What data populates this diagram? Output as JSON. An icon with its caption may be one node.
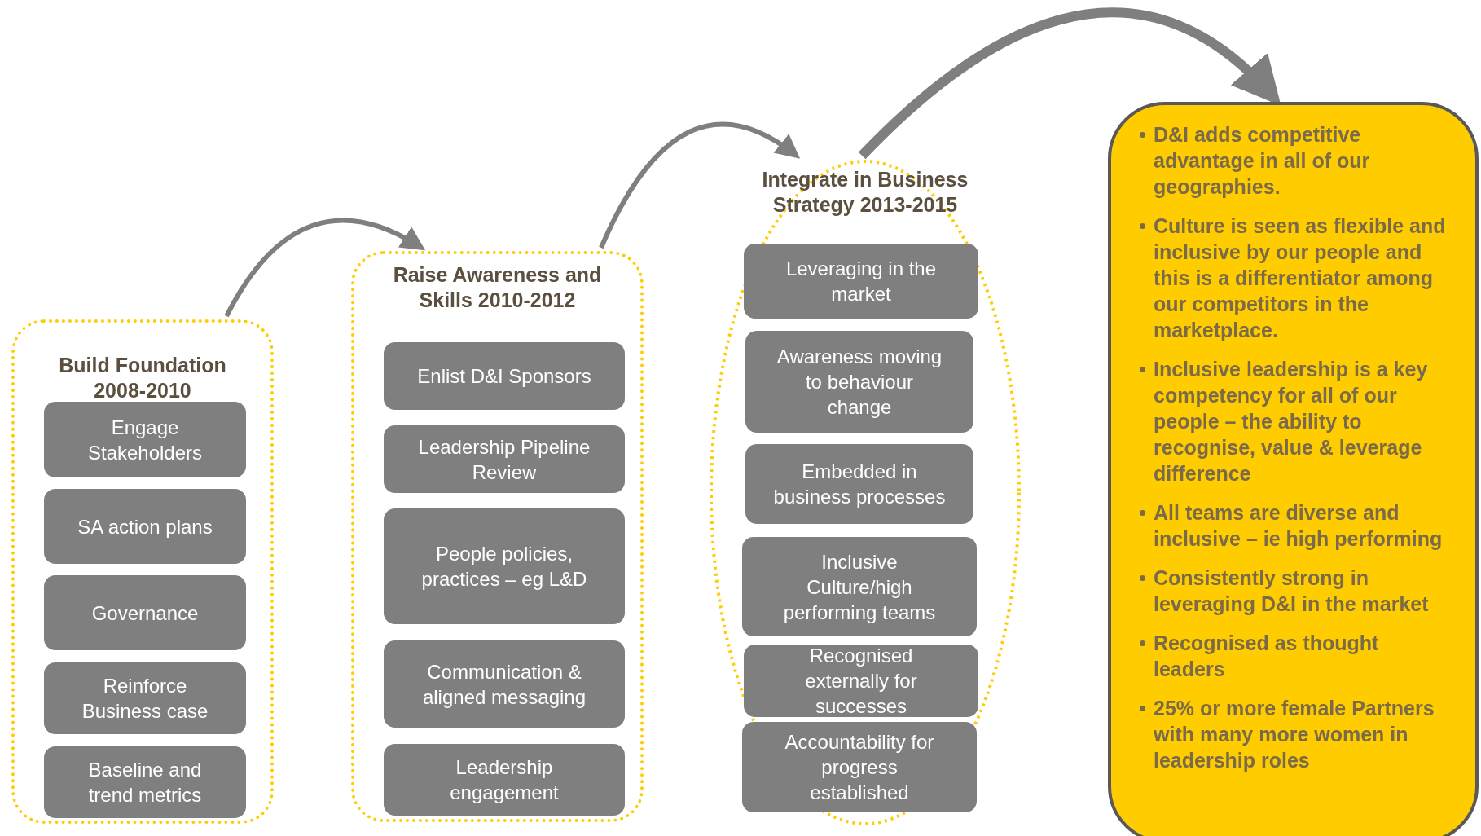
{
  "diagram": {
    "nodes": [
      {
        "text": [
          "Build Foundation 2008-2010"
        ]
      },
      {
        "text": [
          "Engage Stakeholders"
        ],
        "in": 0
      },
      {
        "text": [
          "SA action plans"
        ],
        "in": 0
      },
      {
        "text": [
          "Governance"
        ],
        "in": 0
      },
      {
        "text": [
          "Reinforce Business case"
        ],
        "in": 0
      },
      {
        "text": [
          "Baseline and trend metrics"
        ],
        "in": 0
      },
      {
        "text": [
          "Raise Awareness and Skills 2010-2012"
        ]
      },
      {
        "text": [
          "Enlist D&I Sponsors"
        ],
        "in": 6
      },
      {
        "text": [
          "Leadership Pipeline Review"
        ],
        "in": 6
      },
      {
        "text": [
          "People policies, practices – eg L&D"
        ],
        "in": 6
      },
      {
        "text": [
          "Communication & aligned messaging"
        ],
        "in": 6
      },
      {
        "text": [
          "Leadership engagement"
        ],
        "in": 6
      },
      {
        "text": [
          "Integrate in Business Strategy 2013-2015"
        ]
      },
      {
        "text": [
          "Leveraging in the market"
        ],
        "in": 12
      },
      {
        "text": [
          "Awareness moving to behaviour change"
        ],
        "in": 12
      },
      {
        "text": [
          "Embedded in business processes"
        ],
        "in": 12
      },
      {
        "text": [
          "Inclusive Culture/high performing teams"
        ],
        "in": 12
      },
      {
        "text": [
          "Recognised externally for successes"
        ],
        "in": 12
      },
      {
        "text": [
          "Accountability for progress established"
        ],
        "in": 12
      },
      {
        "text": [
          "D&I adds competitive advantage in all of our geographies.",
          "Culture is seen as flexible and inclusive by our people and this is a differentiator among our competitors in the marketplace.",
          "Inclusive leadership is a key competency for all of our people – the ability to recognise, value & leverage difference",
          "All teams are diverse and inclusive – ie high performing",
          "Consistently strong in leveraging D&I in the market",
          "Recognised as thought leaders",
          "25% or more female Partners with many more women in leadership roles"
        ]
      }
    ],
    "edges": [
      {
        "from": 0,
        "to": 6,
        "arrow": "to"
      },
      {
        "from": 6,
        "to": 12,
        "arrow": "to"
      },
      {
        "from": 12,
        "to": 19,
        "arrow": "to",
        "style": "thick"
      }
    ]
  }
}
